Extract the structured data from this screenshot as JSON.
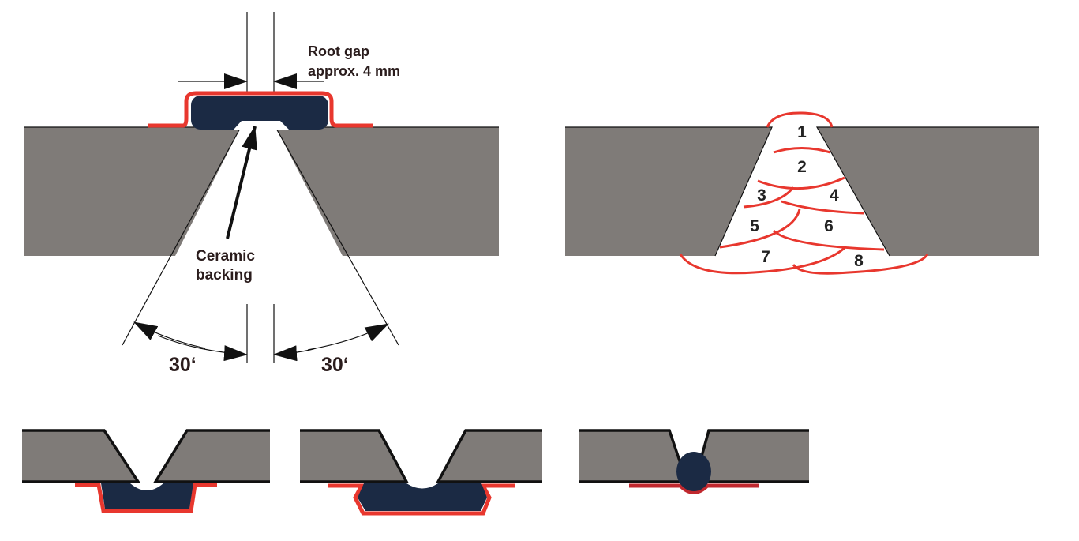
{
  "colors": {
    "plate": "#7f7b78",
    "backing": "#1b2a44",
    "tape": "#e8372e",
    "tape_dark": "#c0282e"
  },
  "top_left": {
    "root_gap_line1": "Root gap",
    "root_gap_line2": "approx. 4 mm",
    "ceramic_line1": "Ceramic",
    "ceramic_line2": "backing",
    "angle_left": "30‘",
    "angle_right": "30‘"
  },
  "top_right": {
    "beads": [
      "1",
      "2",
      "3",
      "4",
      "5",
      "6",
      "7",
      "8"
    ]
  }
}
